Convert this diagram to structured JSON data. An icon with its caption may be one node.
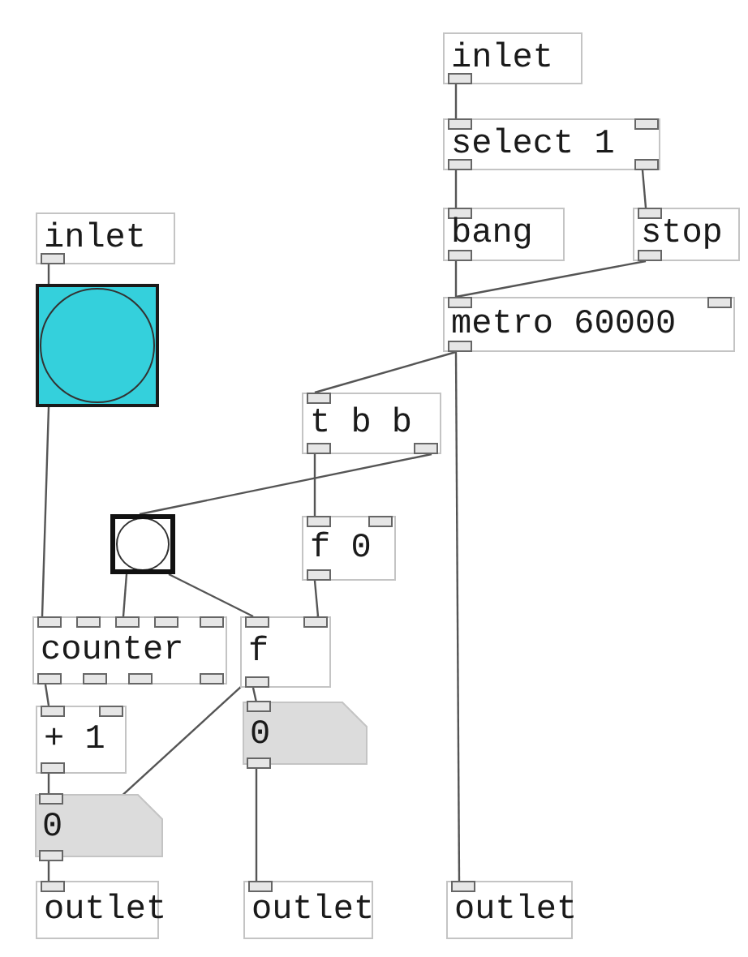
{
  "diagram": {
    "nodes": [
      {
        "text": [
          "inlet"
        ]
      },
      {
        "text": [
          "select 1"
        ]
      },
      {
        "text": [
          "bang"
        ]
      },
      {
        "text": [
          "stop"
        ]
      },
      {
        "text": [
          "metro 60000"
        ]
      },
      {
        "text": [
          "inlet"
        ]
      },
      {
        "text": [],
        "shape": "circle"
      },
      {
        "text": [
          "t b b"
        ]
      },
      {
        "text": [],
        "shape": "circle"
      },
      {
        "text": [
          "f 0"
        ]
      },
      {
        "text": [
          "counter"
        ]
      },
      {
        "text": [
          "f"
        ]
      },
      {
        "text": [
          "+ 1"
        ]
      },
      {
        "text": [
          "0"
        ]
      },
      {
        "text": [
          "0"
        ]
      },
      {
        "text": [
          "outlet"
        ]
      },
      {
        "text": [
          "outlet"
        ]
      },
      {
        "text": [
          "outlet"
        ]
      }
    ],
    "edges": [
      {
        "from": 0,
        "to": 1,
        "arrow": "none"
      },
      {
        "from": 1,
        "to": 2,
        "arrow": "none"
      },
      {
        "from": 1,
        "to": 3,
        "arrow": "none"
      },
      {
        "from": 2,
        "to": 4,
        "arrow": "none"
      },
      {
        "from": 3,
        "to": 4,
        "arrow": "none"
      },
      {
        "from": 4,
        "to": 7,
        "arrow": "none"
      },
      {
        "from": 4,
        "to": 17,
        "arrow": "none"
      },
      {
        "from": 5,
        "to": 6,
        "arrow": "none"
      },
      {
        "from": 6,
        "to": 10,
        "arrow": "none"
      },
      {
        "from": 7,
        "to": 9,
        "arrow": "none"
      },
      {
        "from": 7,
        "to": 8,
        "arrow": "none"
      },
      {
        "from": 8,
        "to": 10,
        "arrow": "none"
      },
      {
        "from": 8,
        "to": 11,
        "arrow": "none"
      },
      {
        "from": 9,
        "to": 11,
        "arrow": "none"
      },
      {
        "from": 14,
        "to": 11,
        "arrow": "none"
      },
      {
        "from": 10,
        "to": 12,
        "arrow": "none"
      },
      {
        "from": 12,
        "to": 14,
        "arrow": "none"
      },
      {
        "from": 14,
        "to": 15,
        "arrow": "none"
      },
      {
        "from": 11,
        "to": 13,
        "arrow": "none"
      },
      {
        "from": 13,
        "to": 16,
        "arrow": "none"
      }
    ]
  }
}
